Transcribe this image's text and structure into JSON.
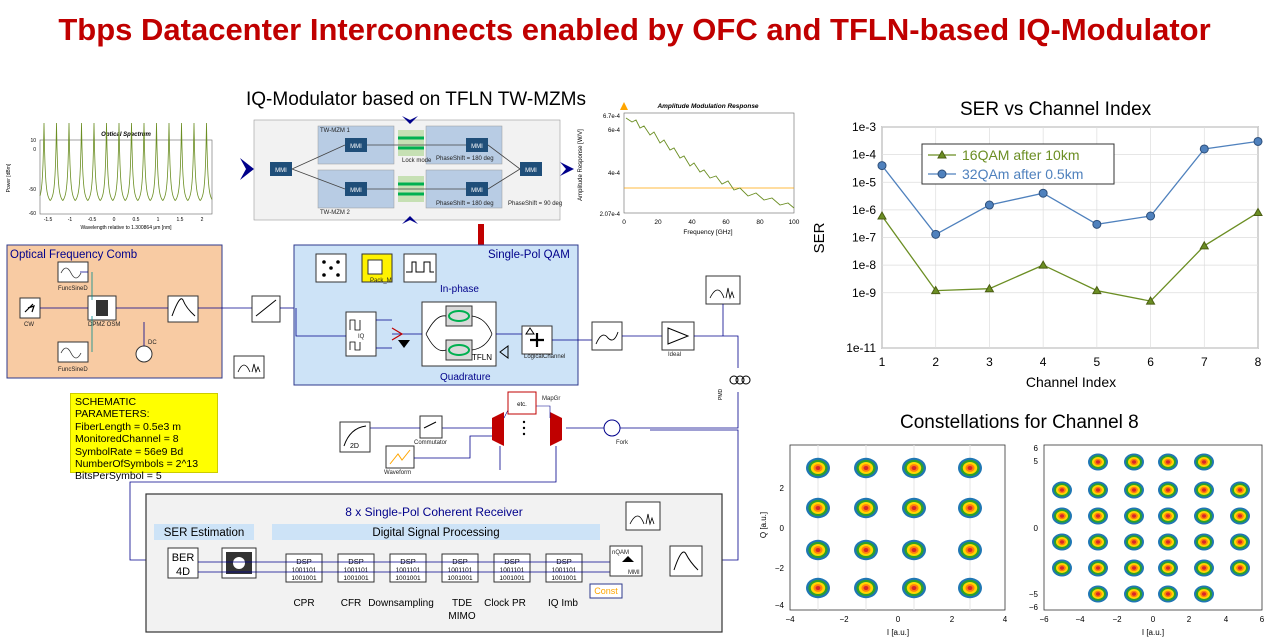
{
  "title": "Tbps Datacenter Interconnects enabled by OFC and TFLN-based IQ-Modulator",
  "iq_modulator": {
    "caption": "IQ-Modulator based on TFLN TW-MZMs",
    "mmi_label": "MMI",
    "mzm_top": "TW-MZM 1",
    "mzm_bottom": "TW-MZM 2",
    "lock_mode": "Lock mode",
    "phase_shift_1": "PhaseShift = 180 deg",
    "phase_shift_2": "PhaseShift = 180 deg",
    "phase_shift_3": "PhaseShift = 90 deg"
  },
  "optical_spectrum": {
    "title": "Optical Spectrum",
    "ylabel": "Power [dBm]",
    "xlabel": "Wavelength relative to 1.300864 μm [nm]",
    "yticks": [
      "0",
      "-50",
      "-60"
    ],
    "ytick_top": "10",
    "xticks": [
      "-1.5",
      "-1",
      "-0.5",
      "0",
      "0.5",
      "1",
      "1.5",
      "2"
    ]
  },
  "am_response": {
    "title": "Amplitude Modulation Response",
    "ylabel": "Amplitude Response [W/V]",
    "xlabel": "Frequency [GHz]",
    "yticks": [
      "6.7e-4",
      "6e-4",
      "4e-4",
      "2.07e-4"
    ],
    "xticks": [
      "0",
      "20",
      "40",
      "60",
      "80",
      "100"
    ]
  },
  "ofc": {
    "title": "Optical Frequency Comb",
    "func_sine_1": "FuncSineD",
    "func_sine_2": "FuncSineD",
    "func_sine_3": "FuncSineD",
    "dpmz": "DPMZ OSM",
    "cw": "CW",
    "dc": "DC"
  },
  "qam": {
    "title": "Single-Pol QAM",
    "in_phase": "In-phase",
    "quadrature": "Quadrature",
    "tfln": "TFLN",
    "pack_m": "Pack_M",
    "iq": "IQ",
    "channel": "LogicalChannel"
  },
  "link": {
    "ideal": "Ideal",
    "pmd": "PMD",
    "mapgr": "MapGr",
    "etc": "etc.",
    "fork": "Fork",
    "commutator": "Commutator",
    "waveform": "Waveform",
    "two_d": "2D"
  },
  "schematic_params": {
    "header": "SCHEMATIC PARAMETERS:",
    "lines": [
      "FiberLength = 0.5e3 m",
      "MonitoredChannel = 8",
      "SymbolRate = 56e9 Bd",
      "NumberOfSymbols = 2^13",
      "BitsPerSymbol = 5"
    ]
  },
  "receiver": {
    "title": "8 x Single-Pol Coherent Receiver",
    "ser_estimation": "SER Estimation",
    "dsp": "Digital Signal Processing",
    "ber": "BER",
    "four_d": "4D",
    "dsp_block": "DSP",
    "bits1": "1001101",
    "bits2": "1001001",
    "nqam": "nQAM",
    "mmi": "MMI",
    "const": "Const",
    "stages": [
      "CPR",
      "CFR",
      "Downsampling",
      "TDE",
      "Clock PR",
      "IQ Imb"
    ],
    "stage_tde_line2": "MIMO"
  },
  "ser_chart_text": {
    "title": "SER vs Channel Index",
    "xlabel": "Channel Index",
    "ylabel": "SER"
  },
  "constellation": {
    "title": "Constellations for Channel 8",
    "left_ylabel": "Q [a.u.]",
    "left_xlabel": "I [a.u.]",
    "right_xlabel": "I [a.u.]",
    "left_xticks": [
      "−4",
      "−2",
      "0",
      "2",
      "4"
    ],
    "left_yticks": [
      "2",
      "0",
      "−2",
      "−4"
    ],
    "right_xticks": [
      "−6",
      "−4",
      "−2",
      "0",
      "2",
      "4",
      "6"
    ],
    "right_yticks": [
      "6",
      "5",
      "0",
      "−5",
      "−6"
    ]
  },
  "chart_data": {
    "type": "line",
    "title": "SER vs Channel Index",
    "xlabel": "Channel Index",
    "ylabel": "SER",
    "x": [
      1,
      2,
      3,
      4,
      5,
      6,
      7,
      8
    ],
    "xlim": [
      1,
      8
    ],
    "yscale": "log",
    "ylim": [
      1e-11,
      0.001
    ],
    "yticks": [
      "1e-3",
      "1e-4",
      "1e-5",
      "1e-6",
      "1e-7",
      "1e-8",
      "1e-9",
      "1e-11"
    ],
    "xticks": [
      "1",
      "2",
      "3",
      "4",
      "5",
      "6",
      "7",
      "8"
    ],
    "grid": true,
    "legend": "top-left",
    "series": [
      {
        "name": "16QAM after 10km",
        "color": "#6b8e23",
        "marker": "triangle",
        "values": [
          6e-07,
          1.2e-09,
          1.4e-09,
          1e-08,
          1.2e-09,
          5e-10,
          5e-08,
          8e-07
        ]
      },
      {
        "name": "32QAm after 0.5km",
        "color": "#4f81bd",
        "marker": "circle",
        "values": [
          4e-05,
          1.3e-07,
          1.5e-06,
          4e-06,
          3e-07,
          6e-07,
          0.00016,
          0.0003
        ]
      }
    ]
  }
}
